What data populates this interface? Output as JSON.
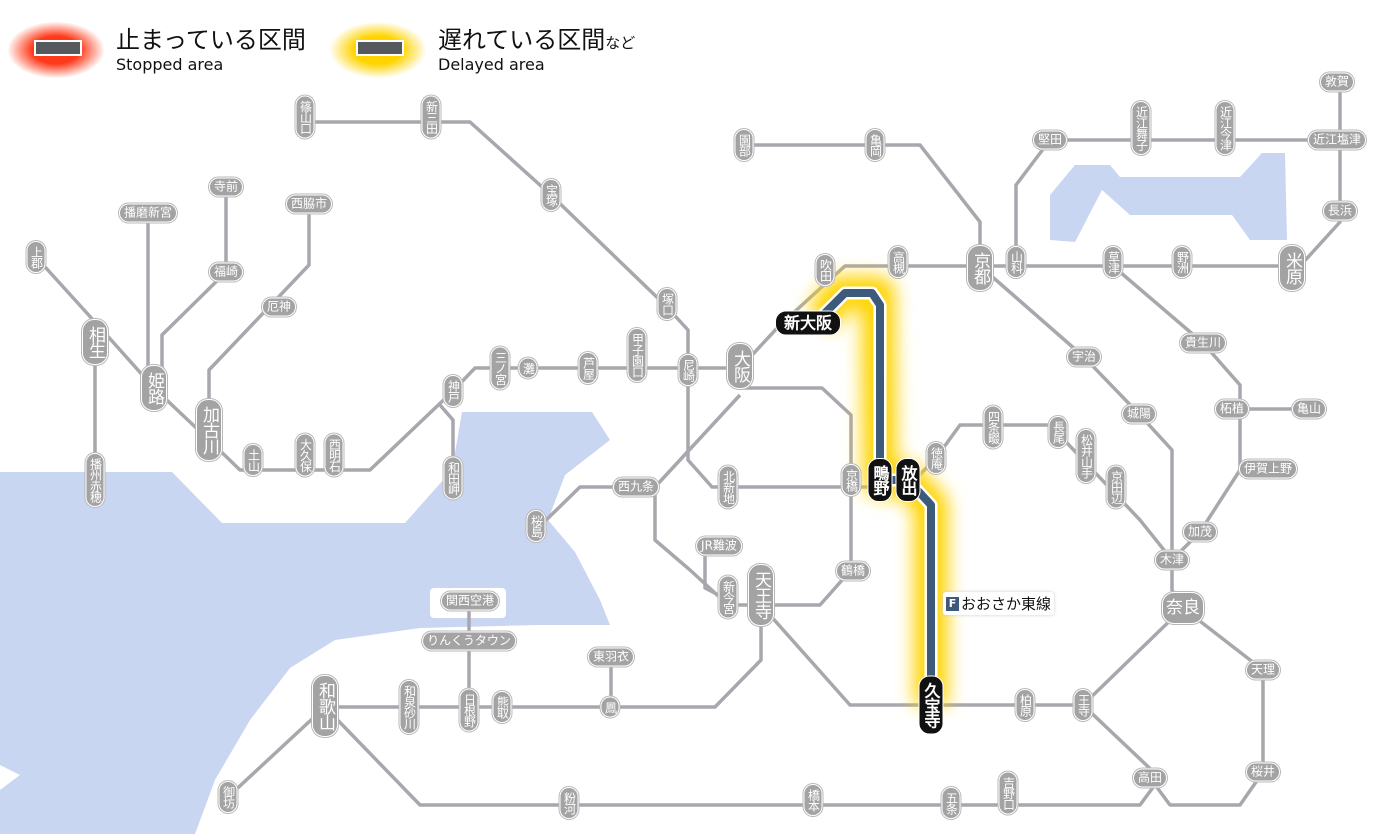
{
  "legend": {
    "stopped": {
      "jp": "止まっている区間",
      "en": "Stopped area",
      "color": "#ff3a1a"
    },
    "delayed": {
      "jp": "遅れている区間",
      "jp_suffix": "など",
      "en": "Delayed area",
      "color": "#ffd400"
    }
  },
  "affected_line": {
    "badge": "F",
    "name": "おおさか東線",
    "color": "#3d5a7a",
    "status": "delayed"
  },
  "stations": {
    "sasayamaguchi": "篠山口",
    "shinsanda": "新三田",
    "takarazuka": "宝塚",
    "harimashingu": "播磨新宮",
    "teramae": "寺前",
    "nishiwakishi": "西脇市",
    "kamigori": "上郡",
    "fukusaki": "福崎",
    "yakujin": "厄神",
    "aioi": "相生",
    "himeji": "姫路",
    "kakogawa": "加古川",
    "tsuchiyama": "土山",
    "okubo": "大久保",
    "nishiakashi": "西明石",
    "banshuako": "播州赤穂",
    "kobe": "神戸",
    "wadamisaki": "和田岬",
    "sannomiya": "三ノ宮",
    "nada": "灘",
    "ashiya": "芦屋",
    "koshienguchi": "甲子園口",
    "amagasaki": "尼崎",
    "osaka": "大阪",
    "tsukaguchi": "塚口",
    "suita": "吹田",
    "takatsuki": "高槻",
    "shinosaka": "新大阪",
    "sonobe": "園部",
    "kameoka": "亀岡",
    "kyoto": "京都",
    "yamashina": "山科",
    "katata": "堅田",
    "omimaiko": "近江舞子",
    "omiimazu": "近江今津",
    "omishiotsu": "近江塩津",
    "tsuruga": "敦賀",
    "nagahama": "長浜",
    "kusatsu": "草津",
    "yasu": "野洲",
    "maibara": "米原",
    "uji": "宇治",
    "kibukawa": "貴生川",
    "joyo": "城陽",
    "tsuge": "柘植",
    "kameyama": "亀山",
    "igaueno": "伊賀上野",
    "shijonawate": "四条畷",
    "tokuan": "徳庵",
    "nagao": "長尾",
    "matsuiyamate": "松井山手",
    "kyotanabe": "京田辺",
    "kamo": "加茂",
    "kizu": "木津",
    "nara": "奈良",
    "tenri": "天理",
    "sakurai": "桜井",
    "takada": "高田",
    "oji": "王寺",
    "kashiwara": "柏原",
    "kyuhoji": "久宝寺",
    "hanaten": "放出",
    "shigino": "鴫野",
    "kyobashi": "京橋",
    "kitashinchi": "北新地",
    "nishikujo": "西九条",
    "sakurajima": "桜島",
    "jrnamba": "JR難波",
    "tsuruhashi": "鶴橋",
    "shinimamiya": "新今宮",
    "tennoji": "天王寺",
    "kansaikuko": "関西空港",
    "rinkutown": "りんくうタウン",
    "higashihagoromo": "東羽衣",
    "otori": "鳳",
    "wakayama": "和歌山",
    "izumisunagawa": "和泉砂川",
    "hineno": "日根野",
    "kumatori": "熊取",
    "gobo": "御坊",
    "kokawa": "粉河",
    "hashimoto": "橋本",
    "gojo": "五条",
    "yoshinoguchi": "吉野口"
  }
}
